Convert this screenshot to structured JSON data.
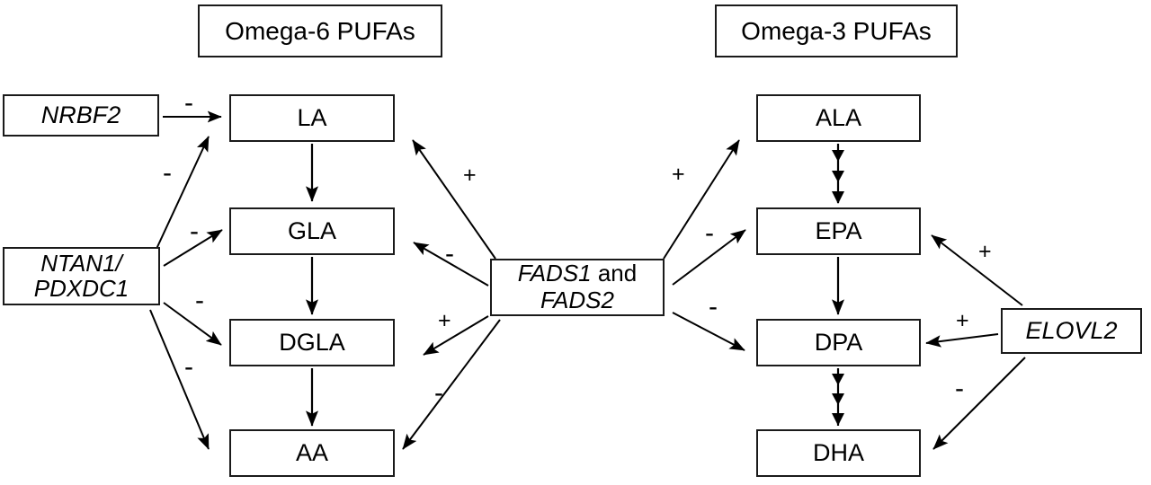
{
  "diagram": {
    "title": "PUFA biosynthesis pathway with genetic regulators",
    "type": "pathway-diagram",
    "background": "#ffffff",
    "stroke": "#1a1a1a"
  },
  "headers": [
    {
      "id": "omega6",
      "label": "Omega-6 PUFAs"
    },
    {
      "id": "omega3",
      "label": "Omega-3 PUFAs"
    }
  ],
  "nodes": {
    "la": {
      "label": "LA",
      "kind": "metabolite"
    },
    "gla": {
      "label": "GLA",
      "kind": "metabolite"
    },
    "dgla": {
      "label": "DGLA",
      "kind": "metabolite"
    },
    "aa": {
      "label": "AA",
      "kind": "metabolite"
    },
    "ala": {
      "label": "ALA",
      "kind": "metabolite"
    },
    "epa": {
      "label": "EPA",
      "kind": "metabolite"
    },
    "dpa": {
      "label": "DPA",
      "kind": "metabolite"
    },
    "dha": {
      "label": "DHA",
      "kind": "metabolite"
    },
    "nrbf2": {
      "label": "NRBF2",
      "kind": "gene"
    },
    "ntan1": {
      "label": "NTAN1/\nPDXDC1",
      "kind": "gene"
    },
    "fads": {
      "label": "FADS1 and FADS2",
      "line1_italic": "FADS1",
      "line1_plain": " and",
      "line2_italic": "FADS2",
      "kind": "gene"
    },
    "elovl2": {
      "label": "ELOVL2",
      "kind": "gene"
    }
  },
  "pathway_steps": [
    {
      "from": "la",
      "to": "gla",
      "style": "single"
    },
    {
      "from": "gla",
      "to": "dgla",
      "style": "single"
    },
    {
      "from": "dgla",
      "to": "aa",
      "style": "single"
    },
    {
      "from": "ala",
      "to": "epa",
      "style": "multi-step"
    },
    {
      "from": "epa",
      "to": "dpa",
      "style": "single"
    },
    {
      "from": "dpa",
      "to": "dha",
      "style": "multi-step"
    }
  ],
  "regulations": [
    {
      "id": "nrbf2-la",
      "from": "nrbf2",
      "to": "la",
      "sign": "-"
    },
    {
      "id": "ntan1-la",
      "from": "ntan1",
      "to": "la",
      "sign": "-"
    },
    {
      "id": "ntan1-gla",
      "from": "ntan1",
      "to": "gla",
      "sign": "-"
    },
    {
      "id": "ntan1-dgla",
      "from": "ntan1",
      "to": "dgla",
      "sign": "-"
    },
    {
      "id": "ntan1-aa",
      "from": "ntan1",
      "to": "aa",
      "sign": "-"
    },
    {
      "id": "fads-la",
      "from": "fads",
      "to": "la",
      "sign": "+"
    },
    {
      "id": "fads-gla",
      "from": "fads",
      "to": "gla",
      "sign": "-"
    },
    {
      "id": "fads-dgla",
      "from": "fads",
      "to": "dgla",
      "sign": "+"
    },
    {
      "id": "fads-aa",
      "from": "fads",
      "to": "aa",
      "sign": "-"
    },
    {
      "id": "fads-ala",
      "from": "fads",
      "to": "ala",
      "sign": "+"
    },
    {
      "id": "fads-epa",
      "from": "fads",
      "to": "epa",
      "sign": "-"
    },
    {
      "id": "fads-dpa",
      "from": "fads",
      "to": "dpa",
      "sign": "-"
    },
    {
      "id": "elovl2-epa",
      "from": "elovl2",
      "to": "epa",
      "sign": "+"
    },
    {
      "id": "elovl2-dpa",
      "from": "elovl2",
      "to": "dpa",
      "sign": "+"
    },
    {
      "id": "elovl2-dha",
      "from": "elovl2",
      "to": "dha",
      "sign": "-"
    }
  ],
  "signs": {
    "nrbf2_la": "-",
    "ntan1_la": "-",
    "ntan1_gla": "-",
    "ntan1_dgla": "-",
    "ntan1_aa": "-",
    "fads_la": "+",
    "fads_gla": "-",
    "fads_dgla": "+",
    "fads_aa": "-",
    "fads_ala": "+",
    "fads_epa": "-",
    "fads_dpa": "-",
    "elovl2_epa": "+",
    "elovl2_dpa": "+",
    "elovl2_dha": "-"
  }
}
